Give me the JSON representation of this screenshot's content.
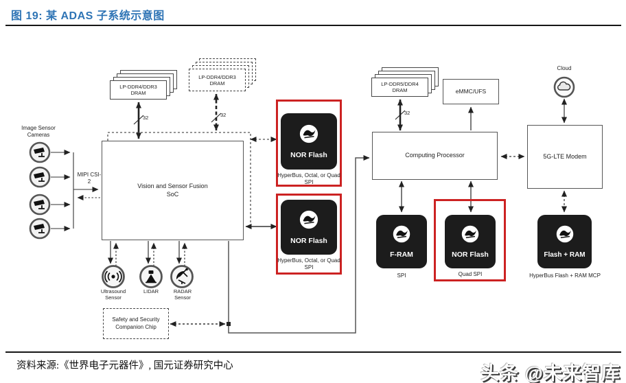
{
  "header": {
    "title": "图 19: 某 ADAS 子系统示意图"
  },
  "colors": {
    "title_blue": "#2E74B5",
    "accent_red": "#CC2222",
    "chip_black": "#1C1C1C"
  },
  "diagram": {
    "cameras_label": "Image Sensor Cameras",
    "mipi_label": "MIPI CSI-2",
    "soc_label": "Vision and Sensor Fusion SoC",
    "dram_left": "LP-DDR4/DDR3 DRAM",
    "dram_optional": "LP-DDR4/DDR3 DRAM",
    "dram_right": "LP-DDR5/DDR4 DRAM",
    "bus_width": "32",
    "emmc_label": "eMMC/UFS",
    "processor_label": "Computing Processor",
    "modem_label": "5G-LTE Modem",
    "cloud_label": "Cloud",
    "nor_flash_1": {
      "label": "NOR Flash",
      "caption": "HyperBus, Octal, or Quad SPI"
    },
    "nor_flash_2": {
      "label": "NOR Flash",
      "caption": "HyperBus, Octal, or Quad SPI"
    },
    "f_ram": {
      "label": "F-RAM",
      "caption": "SPI"
    },
    "nor_flash_3": {
      "label": "NOR Flash",
      "caption": "Quad SPI"
    },
    "flash_ram": {
      "label": "Flash + RAM",
      "caption": "HyperBus Flash + RAM MCP"
    },
    "sensors": [
      {
        "label": "Ultrasound Sensor"
      },
      {
        "label": "LIDAR"
      },
      {
        "label": "RADAR Sensor"
      }
    ],
    "safety_chip_label": "Safety and Security Companion Chip"
  },
  "footer": {
    "source": "资料来源:《世界电子元器件》, 国元证券研究中心",
    "watermark": "头条 @未来智库"
  }
}
